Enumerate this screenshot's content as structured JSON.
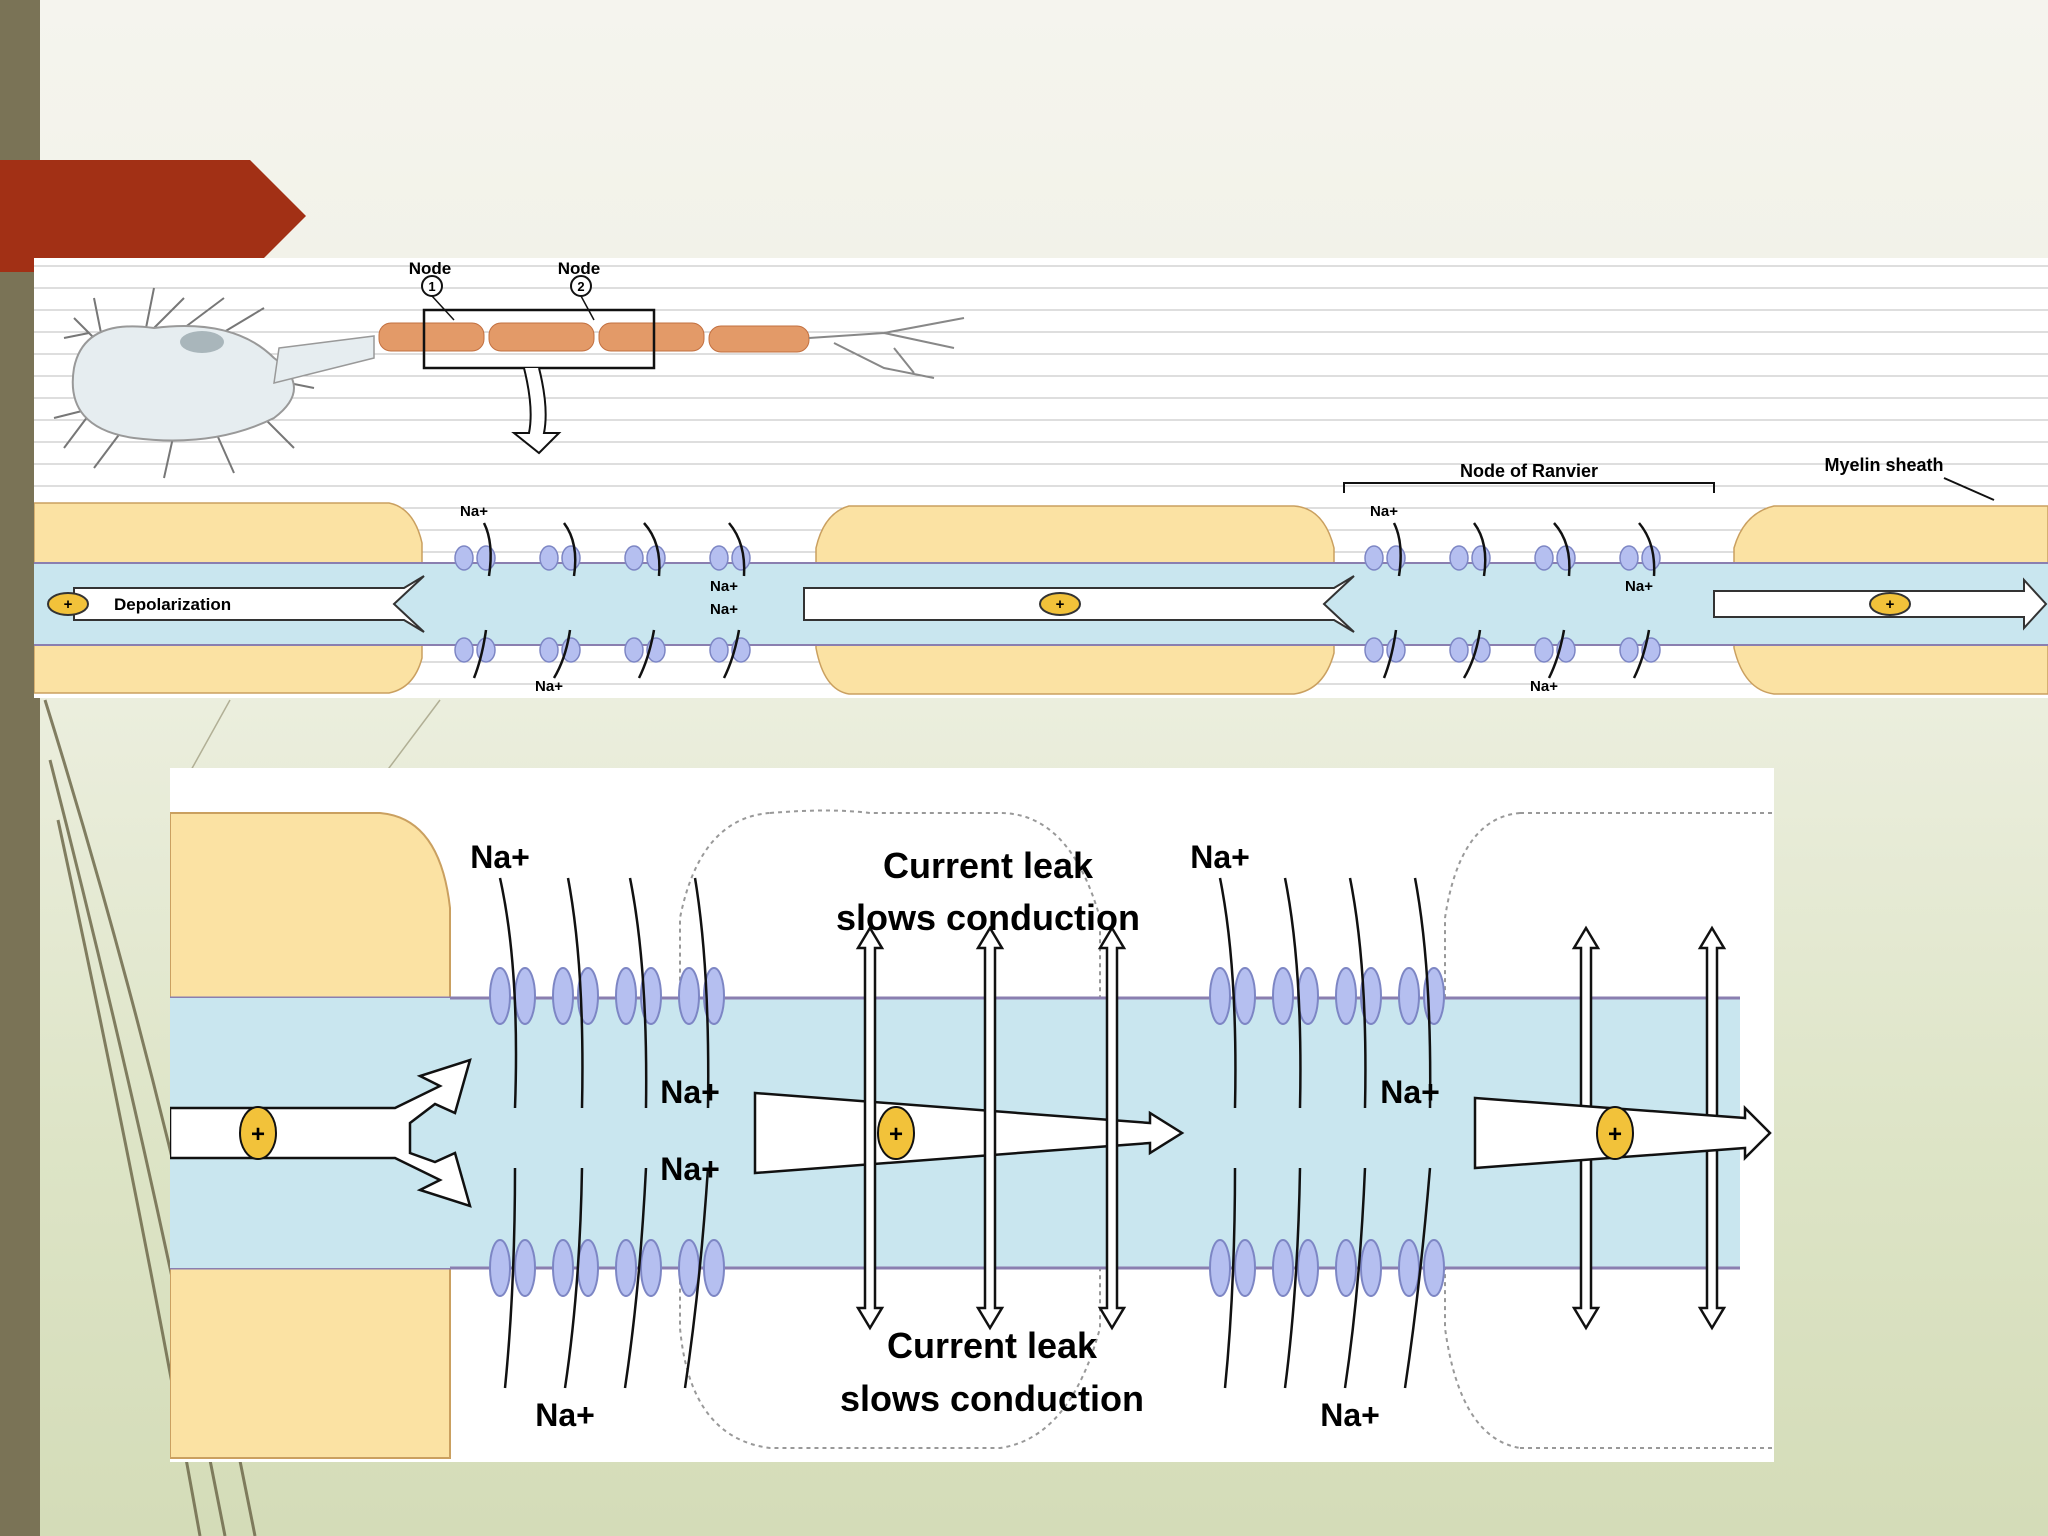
{
  "colors": {
    "left_bar": "#7a7356",
    "title_arrow": "#a23015",
    "myelin": "#fbe2a3",
    "myelin_stroke": "#caa060",
    "axon": "#c9e6ef",
    "membrane": "#8a7fb0",
    "channel": "#b5bff0",
    "ion_marker": "#f2c23a",
    "node_segment": "#e39a68"
  },
  "top_diagram": {
    "node_label_1": "Node",
    "node_number_1": "1",
    "node_label_2": "Node",
    "node_number_2": "2",
    "node_of_ranvier_label": "Node of Ranvier",
    "myelin_sheath_label": "Myelin sheath",
    "depolarization_label": "Depolarization",
    "ion_labels": [
      "Na+",
      "Na+",
      "Na+",
      "Na+",
      "Na+",
      "Na+",
      "Na+"
    ]
  },
  "bottom_diagram": {
    "leak_label_top_line1": "Current leak",
    "leak_label_top_line2": "slows conduction",
    "leak_label_bottom_line1": "Current leak",
    "leak_label_bottom_line2": "slows conduction",
    "ion_labels": [
      "Na+",
      "Na+",
      "Na+",
      "Na+",
      "Na+",
      "Na+",
      "Na+"
    ]
  },
  "icons": {
    "positive_charge": "plus-circle-icon",
    "signal_arrow": "arrow-right-icon"
  }
}
